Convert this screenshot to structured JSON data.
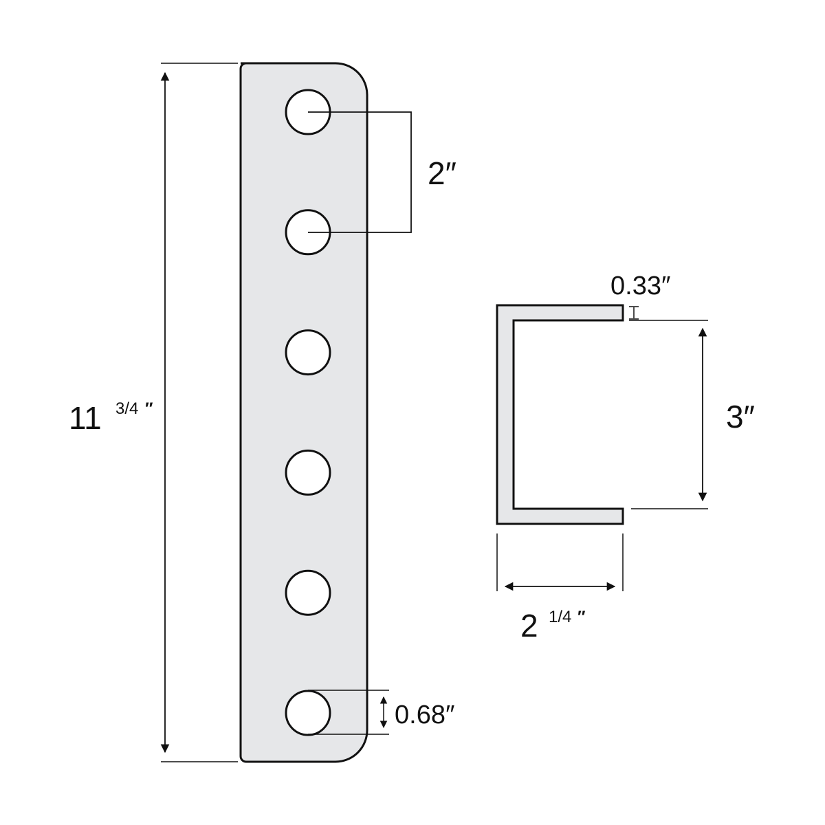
{
  "colors": {
    "part_fill": "#e6e7e9",
    "outline": "#111111",
    "background": "#ffffff"
  },
  "hitch_plate": {
    "hole_count": 6
  },
  "dimensions": {
    "overall_length": {
      "whole": "11",
      "fraction": "3/4",
      "unit": "″"
    },
    "hole_spacing": "2″",
    "hole_diameter": "0.68″",
    "wall_thickness": "0.33″",
    "channel_height": "3″",
    "channel_width": {
      "whole": "2",
      "fraction": "1/4",
      "unit": "″"
    }
  }
}
